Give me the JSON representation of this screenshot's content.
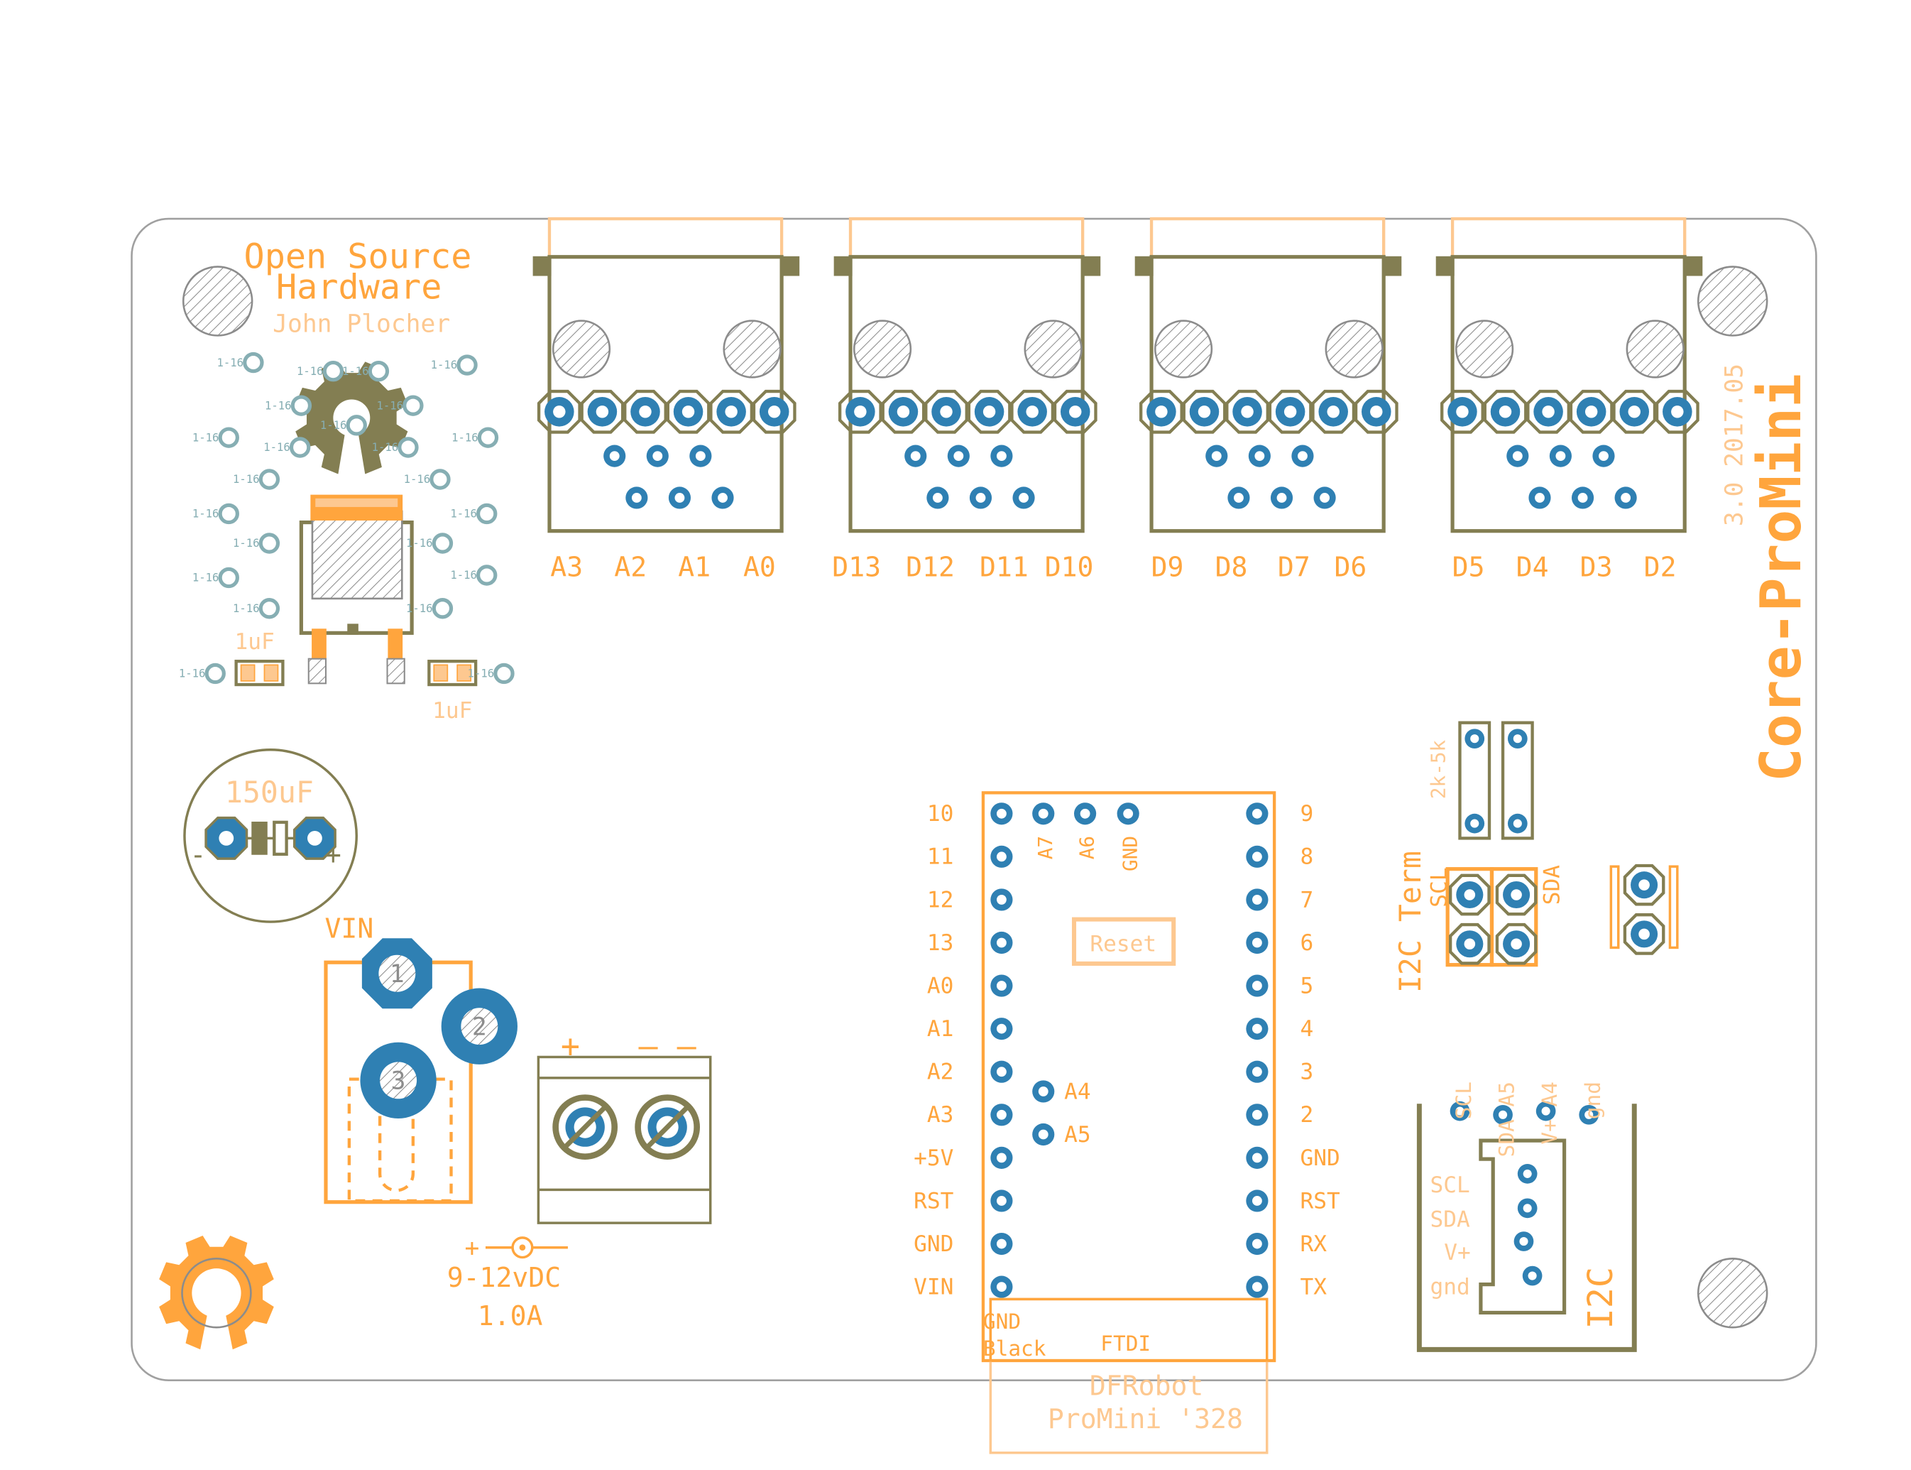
{
  "colors": {
    "silk_orange": "#FFA53D",
    "silk_peach": "#FDC890",
    "outline_olive": "#837E52",
    "copper_blue": "#2F80B3",
    "via_teal": "#86AEB3",
    "drill_gray": "#8C8C8C",
    "board_edge": "#A0A0A0"
  },
  "board": {
    "title": "Core-ProMini",
    "version": "3.0 2017.05"
  },
  "oshw": {
    "line1": "Open Source",
    "line2": "Hardware",
    "author": "John Plocher"
  },
  "via_label": "1-16",
  "regulator": {
    "cap_left": "1uF",
    "cap_right": "1uF"
  },
  "bulk_cap": {
    "value": "150uF",
    "minus": "-",
    "plus": "+"
  },
  "vin_connector": {
    "label": "VIN",
    "pins": [
      "1",
      "2",
      "3"
    ]
  },
  "power_terminal": {
    "plus": "+",
    "minus": "– –"
  },
  "power_input": {
    "polarity": "+",
    "voltage": "9-12vDC",
    "current": "1.0A"
  },
  "sensor_ports": [
    {
      "labels": [
        "A3",
        "A2",
        "A1",
        "A0"
      ]
    },
    {
      "labels": [
        "D13",
        "D12",
        "D11",
        "D10"
      ]
    },
    {
      "labels": [
        "D9",
        "D8",
        "D7",
        "D6"
      ]
    },
    {
      "labels": [
        "D5",
        "D4",
        "D3",
        "D2"
      ]
    }
  ],
  "promini": {
    "left_pins": [
      "10",
      "11",
      "12",
      "13",
      "A0",
      "A1",
      "A2",
      "A3",
      "+5V",
      "RST",
      "GND",
      "VIN"
    ],
    "right_pins": [
      "9",
      "8",
      "7",
      "6",
      "5",
      "4",
      "3",
      "2",
      "GND",
      "RST",
      "RX",
      "TX"
    ],
    "top_pins": [
      "A7",
      "A6",
      "GND"
    ],
    "inner_pins": [
      "A4",
      "A5"
    ],
    "reset": "Reset",
    "ftdi_gnd": "GND",
    "ftdi_black": "Black",
    "ftdi": "FTDI",
    "module_line1": "DFRobot",
    "module_line2": "ProMini '328"
  },
  "pullups": {
    "label": "2k-5k"
  },
  "i2c_term": {
    "label": "I2C Term",
    "scl": "SCL",
    "sda": "SDA"
  },
  "i2c_connector": {
    "label": "I2C",
    "side_labels": [
      "SCL",
      "SDA",
      "V+",
      "gnd"
    ],
    "top_labels": [
      "SCL",
      "SDA A5",
      "V+ A4",
      "gnd"
    ]
  }
}
